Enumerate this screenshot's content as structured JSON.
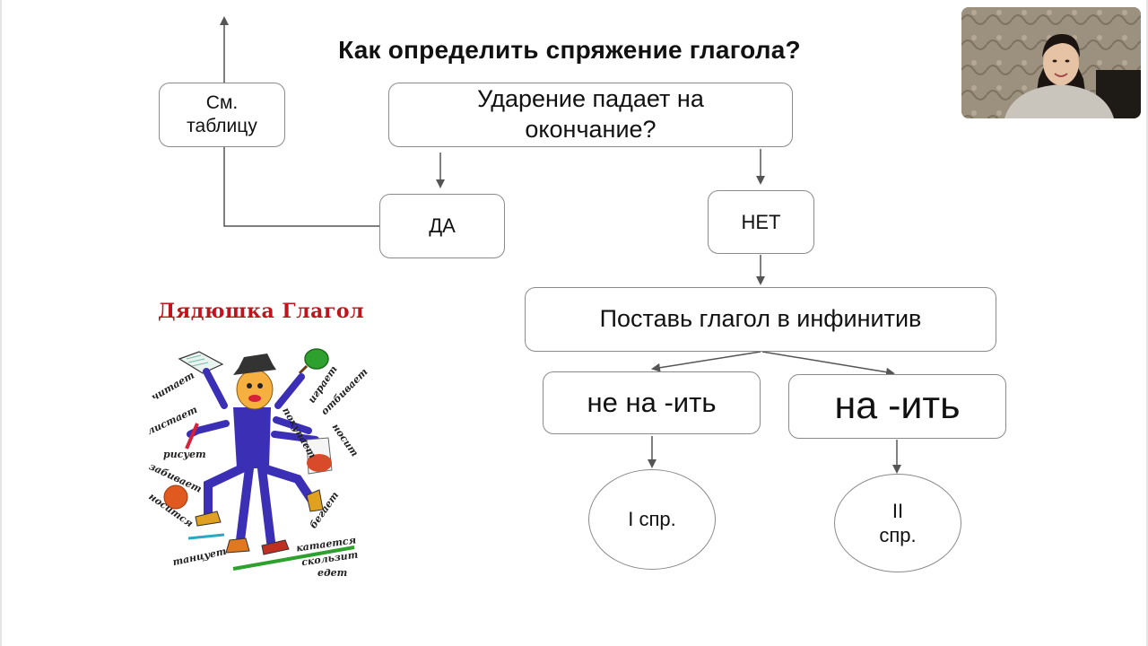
{
  "title": "Как определить спряжение глагола?",
  "flow": {
    "question": "Ударение падает на окончание?",
    "yes": "ДА",
    "no": "НЕТ",
    "see_table": "См. таблицу",
    "infinitive": "Поставь глагол в инфинитив",
    "not_it": "не на -ить",
    "it": "на -ить",
    "conj_1": "I спр.",
    "conj_2": "II спр."
  },
  "mascot": {
    "title": "Дядюшка Глагол",
    "verbs": [
      "читает",
      "листает",
      "рисует",
      "забивает",
      "носится",
      "танцует",
      "играет",
      "отбивает",
      "носит",
      "покупает",
      "бегает",
      "катается",
      "скользит",
      "едет"
    ]
  },
  "colors": {
    "border": "#8a8a8a",
    "arrow": "#555555",
    "mascot_title": "#c0141c",
    "pen_mark": "#d6223a"
  }
}
